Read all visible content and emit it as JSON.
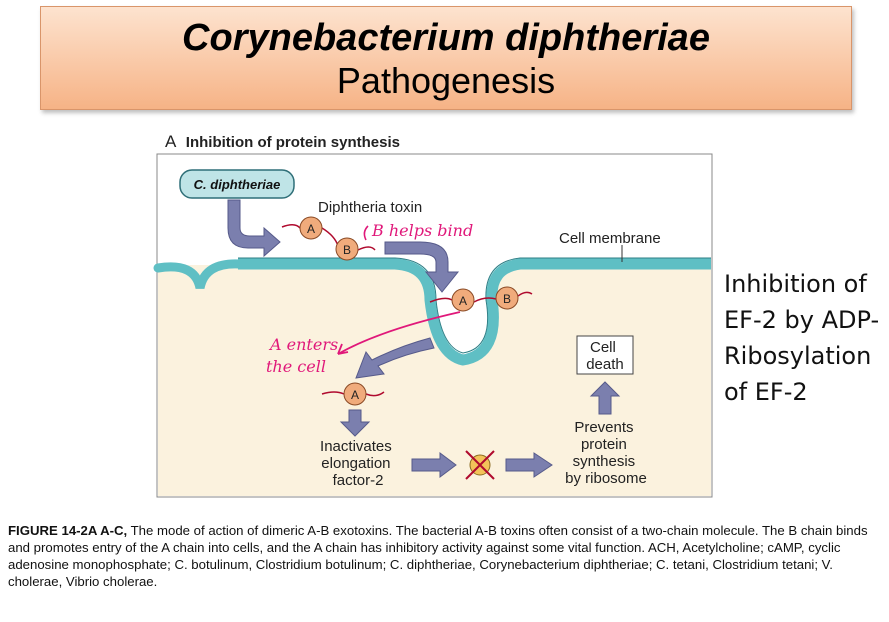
{
  "title": {
    "organism": "Corynebacterium diphtheriae",
    "subtitle": "Pathogenesis"
  },
  "panel": {
    "letter": "A",
    "heading": "Inhibition of protein synthesis"
  },
  "labels": {
    "source": "C. diphtheriae",
    "toxin": "Diphtheria toxin",
    "membrane": "Cell membrane",
    "chain_a": "A",
    "chain_b": "B",
    "inactivates": [
      "Inactivates",
      "elongation",
      "factor-2"
    ],
    "prevents": [
      "Prevents",
      "protein",
      "synthesis",
      "by ribosome"
    ],
    "death": [
      "Cell",
      "death"
    ]
  },
  "annotations": {
    "b_note": "B helps bind",
    "a_note_1": "A enters",
    "a_note_2": "the cell"
  },
  "side_note": "Inhibition of EF-2 by ADP-Ribosylation of EF-2",
  "caption": {
    "figure": "FIGURE 14-2A  A-C,",
    "text": " The mode of action of dimeric A-B exotoxins. The bacterial A-B toxins often consist of a two-chain molecule. The B chain binds and promotes entry of the A chain into cells, and the A chain has inhibitory activity against some vital function. ACH, Acetylcholine; cAMP, cyclic adenosine monophosphate; C. botulinum, Clostridium botulinum; C. diphtheriae, Corynebacterium diphtheriae; C. tetani, Clostridium tetani; V. cholerae, Vibrio cholerae."
  },
  "colors": {
    "membrane": "#5fbfc4",
    "cytoplasm": "#fbf2de",
    "arrow": "#7b7fae",
    "chain": "#f0ab7c",
    "annotation": "#e0187a"
  }
}
